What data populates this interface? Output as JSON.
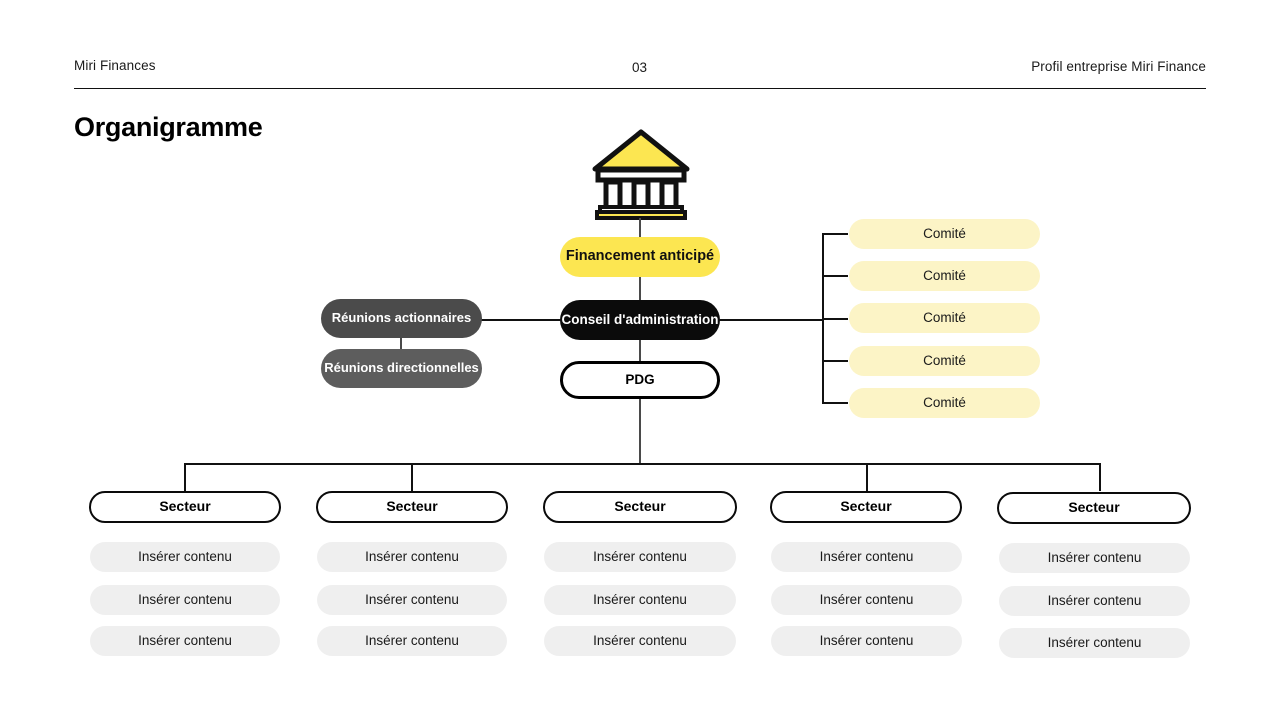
{
  "header": {
    "left": "Miri Finances",
    "page_number": "03",
    "right": "Profil entreprise Miri Finance"
  },
  "page_title": "Organigramme",
  "icons": {
    "bank": "bank-icon"
  },
  "colors": {
    "accent_yellow": "#FCE651",
    "pale_yellow": "#FCF4C6",
    "black": "#0b0b0b",
    "gray_dark": "#4b4b4b",
    "gray_light": "#5d5d5d",
    "content_gray": "#EFEFEF"
  },
  "chart_nodes": {
    "funding": "Financement anticipé",
    "board": "Conseil d'administration",
    "ceo": "PDG",
    "left_nodes": [
      "Réunions actionnaires",
      "Réunions directionnelles"
    ],
    "committees": [
      "Comité",
      "Comité",
      "Comité",
      "Comité",
      "Comité"
    ]
  },
  "sectors": [
    {
      "label": "Secteur",
      "items": [
        "Insérer contenu",
        "Insérer contenu",
        "Insérer contenu"
      ]
    },
    {
      "label": "Secteur",
      "items": [
        "Insérer contenu",
        "Insérer contenu",
        "Insérer contenu"
      ]
    },
    {
      "label": "Secteur",
      "items": [
        "Insérer contenu",
        "Insérer contenu",
        "Insérer contenu"
      ]
    },
    {
      "label": "Secteur",
      "items": [
        "Insérer contenu",
        "Insérer contenu",
        "Insérer contenu"
      ]
    },
    {
      "label": "Secteur",
      "items": [
        "Insérer contenu",
        "Insérer contenu",
        "Insérer contenu"
      ]
    }
  ]
}
